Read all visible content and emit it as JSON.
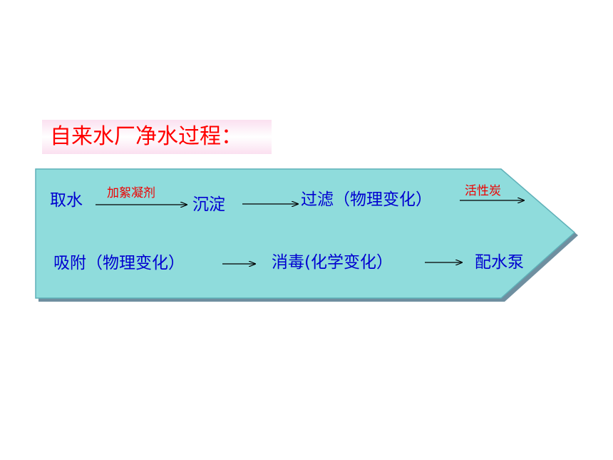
{
  "title": "自来水厂净水过程：",
  "process": {
    "row1": {
      "step1": "取水",
      "reagent1": "加絮凝剂",
      "step2": "沉淀",
      "step3": "过滤（物理变化）",
      "reagent2": "活性炭"
    },
    "row2": {
      "step4": "吸附（物理变化）",
      "step5": "消毒(化学变化）",
      "step6": "配水泵"
    }
  },
  "colors": {
    "title_text": "#ff0000",
    "step_text": "#0000d0",
    "reagent_text": "#ee0000",
    "banner_fill": "#8fdcdc",
    "banner_shadow": "#6f8fa0"
  }
}
